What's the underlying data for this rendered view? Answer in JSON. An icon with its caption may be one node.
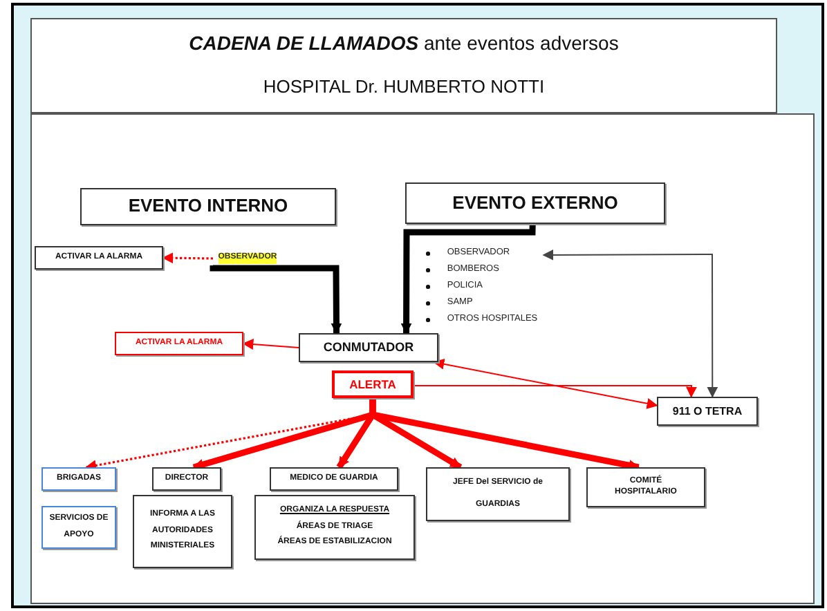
{
  "diagram": {
    "title": "**CADENA DE LLAMADOS** ante eventos adversos",
    "nodes": [
      {
        "text": [
          "EVENTO INTERNO"
        ]
      },
      {
        "text": [
          "EVENTO EXTERNO"
        ]
      },
      {
        "text": [
          "ACTIVAR LA ALARMA"
        ]
      },
      {
        "text": [
          "OBSERVADOR"
        ]
      },
      {
        "text": [
          "OBSERVADOR",
          "BOMBEROS",
          "POLICIA",
          "SAMP",
          "OTROS HOSPITALES"
        ]
      },
      {
        "text": [
          "ACTIVAR LA ALARMA"
        ]
      },
      {
        "text": [
          "CONMUTADOR"
        ]
      },
      {
        "text": [
          "ALERTA"
        ]
      },
      {
        "text": [
          "911 O TETRA"
        ]
      },
      {
        "text": [
          "BRIGADAS"
        ]
      },
      {
        "text": [
          "SERVICIOS DE APOYO"
        ]
      },
      {
        "text": [
          "DIRECTOR"
        ]
      },
      {
        "text": [
          "INFORMA A LAS AUTORIDADES MINISTERIALES"
        ]
      },
      {
        "text": [
          "MEDICO DE GUARDIA"
        ]
      },
      {
        "text": [
          "ORGANIZA LA RESPUESTA",
          "ÁREAS DE TRIAGE",
          "ÁREAS DE ESTABILIZACION"
        ]
      },
      {
        "text": [
          "JEFE Del SERVICIO de GUARDIAS"
        ]
      },
      {
        "text": [
          "COMITÉ HOSPITALARIO"
        ]
      }
    ],
    "edges": [
      {
        "from": 3,
        "to": 2,
        "arrow": "to",
        "style": "dashed"
      },
      {
        "from": 3,
        "to": 6,
        "arrow": "to",
        "style": "thick",
        "color": "#000000"
      },
      {
        "from": 1,
        "to": 6,
        "arrow": "to",
        "style": "thick",
        "color": "#000000"
      },
      {
        "from": 6,
        "to": 5,
        "arrow": "to"
      },
      {
        "from": 7,
        "to": 8,
        "arrow": "to"
      },
      {
        "from": 8,
        "to": 6,
        "arrow": "both"
      },
      {
        "from": 8,
        "to": 4,
        "arrow": "both",
        "color": "#444444"
      },
      {
        "from": 7,
        "to": 9,
        "arrow": "to",
        "style": "dashed"
      },
      {
        "from": 7,
        "to": 11,
        "arrow": "to",
        "style": "thick"
      },
      {
        "from": 7,
        "to": 13,
        "arrow": "to",
        "style": "thick"
      },
      {
        "from": 7,
        "to": 15,
        "arrow": "to",
        "style": "thick"
      },
      {
        "from": 7,
        "to": 16,
        "arrow": "to",
        "style": "thick"
      }
    ],
    "labels": [
      "HOSPITAL Dr. HUMBERTO NOTTI"
    ]
  }
}
